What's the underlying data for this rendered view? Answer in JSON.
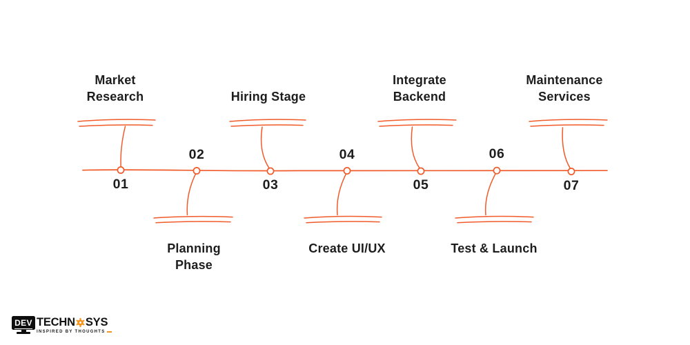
{
  "background_color": "#ffffff",
  "accent_color": "#F15A29",
  "text_color": "#1d1d1d",
  "timeline": {
    "description": "7-step horizontal hand-drawn timeline with alternating labels above and below the line",
    "steps": [
      {
        "number": "01",
        "line1": "Market",
        "line2": "Research",
        "side": "top"
      },
      {
        "number": "02",
        "line1": "Planning",
        "line2": "Phase",
        "side": "bottom"
      },
      {
        "number": "03",
        "line1": "Hiring Stage",
        "line2": "",
        "side": "top"
      },
      {
        "number": "04",
        "line1": "Create UI/UX",
        "line2": "",
        "side": "bottom"
      },
      {
        "number": "05",
        "line1": "Integrate",
        "line2": "Backend",
        "side": "top"
      },
      {
        "number": "06",
        "line1": "Test & Launch",
        "line2": "",
        "side": "bottom"
      },
      {
        "number": "07",
        "line1": "Maintenance",
        "line2": "Services",
        "side": "top"
      }
    ]
  },
  "logo": {
    "monitor_text": "DEV",
    "name_left": "TECHN",
    "name_right": "SYS",
    "tagline": "INSPIRED BY THOUGHTS",
    "gear_color": "#f7941d"
  }
}
